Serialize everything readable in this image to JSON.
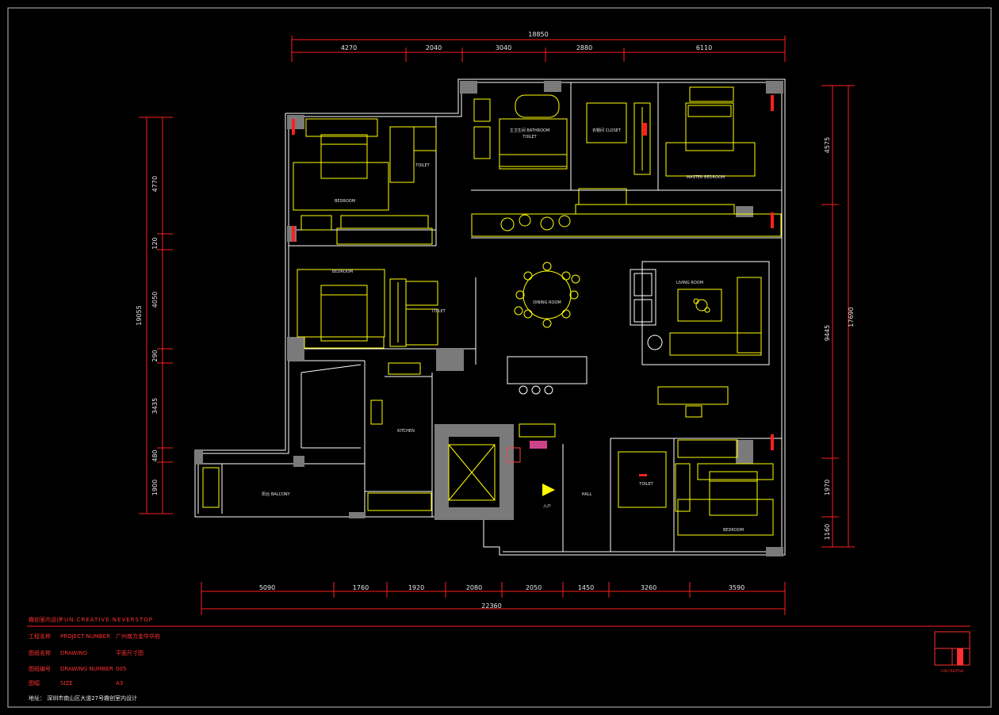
{
  "dims": {
    "top_total": "18850",
    "top": [
      "4270",
      "2040",
      "3040",
      "2880",
      "6110"
    ],
    "left_total": "19055",
    "left": [
      "4770",
      "120",
      "4050",
      "290",
      "3435",
      "480",
      "1900"
    ],
    "right_total": "17690",
    "right": [
      "4575",
      "9445",
      "1970",
      "1160"
    ],
    "bottom_total": "22360",
    "bottom": [
      "5090",
      "1760",
      "1920",
      "2080",
      "2050",
      "1450",
      "3260",
      "3590"
    ]
  },
  "rooms": {
    "master_bedroom": "MASTER BEDROOM",
    "bathroom_a": "主卫生间 BATHROOM",
    "toilet_a": "TOILET",
    "closet": "衣帽间 CLOSET",
    "bedroom_1": "BEDROOM",
    "bedroom_2": "BEDROOM",
    "toilet_1": "TOILET",
    "toilet_2": "TOILET",
    "dining_room": "DINING ROOM",
    "living_room": "LIVING ROOM",
    "kitchen": "KITCHEN",
    "balcony": "阳台 BALCONY",
    "hall": "HALL",
    "entry": "入户",
    "bedroom_3": "BEDROOM",
    "toilet_3": "TOILET"
  },
  "title_block": {
    "company": "趣创室内设计",
    "slogan": "FUN.CREATIVE.NEVERSTOP",
    "rows": [
      {
        "cn": "工程名称",
        "en": "PROJECT NUMBER",
        "value": "广州南方金华华府"
      },
      {
        "cn": "图纸名称",
        "en": "DRAWING",
        "value": "平面尺寸图"
      },
      {
        "cn": "图纸编号",
        "en": "DRAWING NUMBER",
        "value": "005"
      },
      {
        "cn": "图幅",
        "en": "SIZE",
        "value": "A3"
      }
    ],
    "address": "地址：  深圳市南山区大道27号趣创室内设计",
    "logo_caption": "FUN CREATIVE"
  },
  "colors": {
    "background": "#000000",
    "dimension": "#ff1e1e",
    "walls": "#ffffff",
    "furniture": "#ffff00",
    "columns": "#7a7a7a"
  }
}
